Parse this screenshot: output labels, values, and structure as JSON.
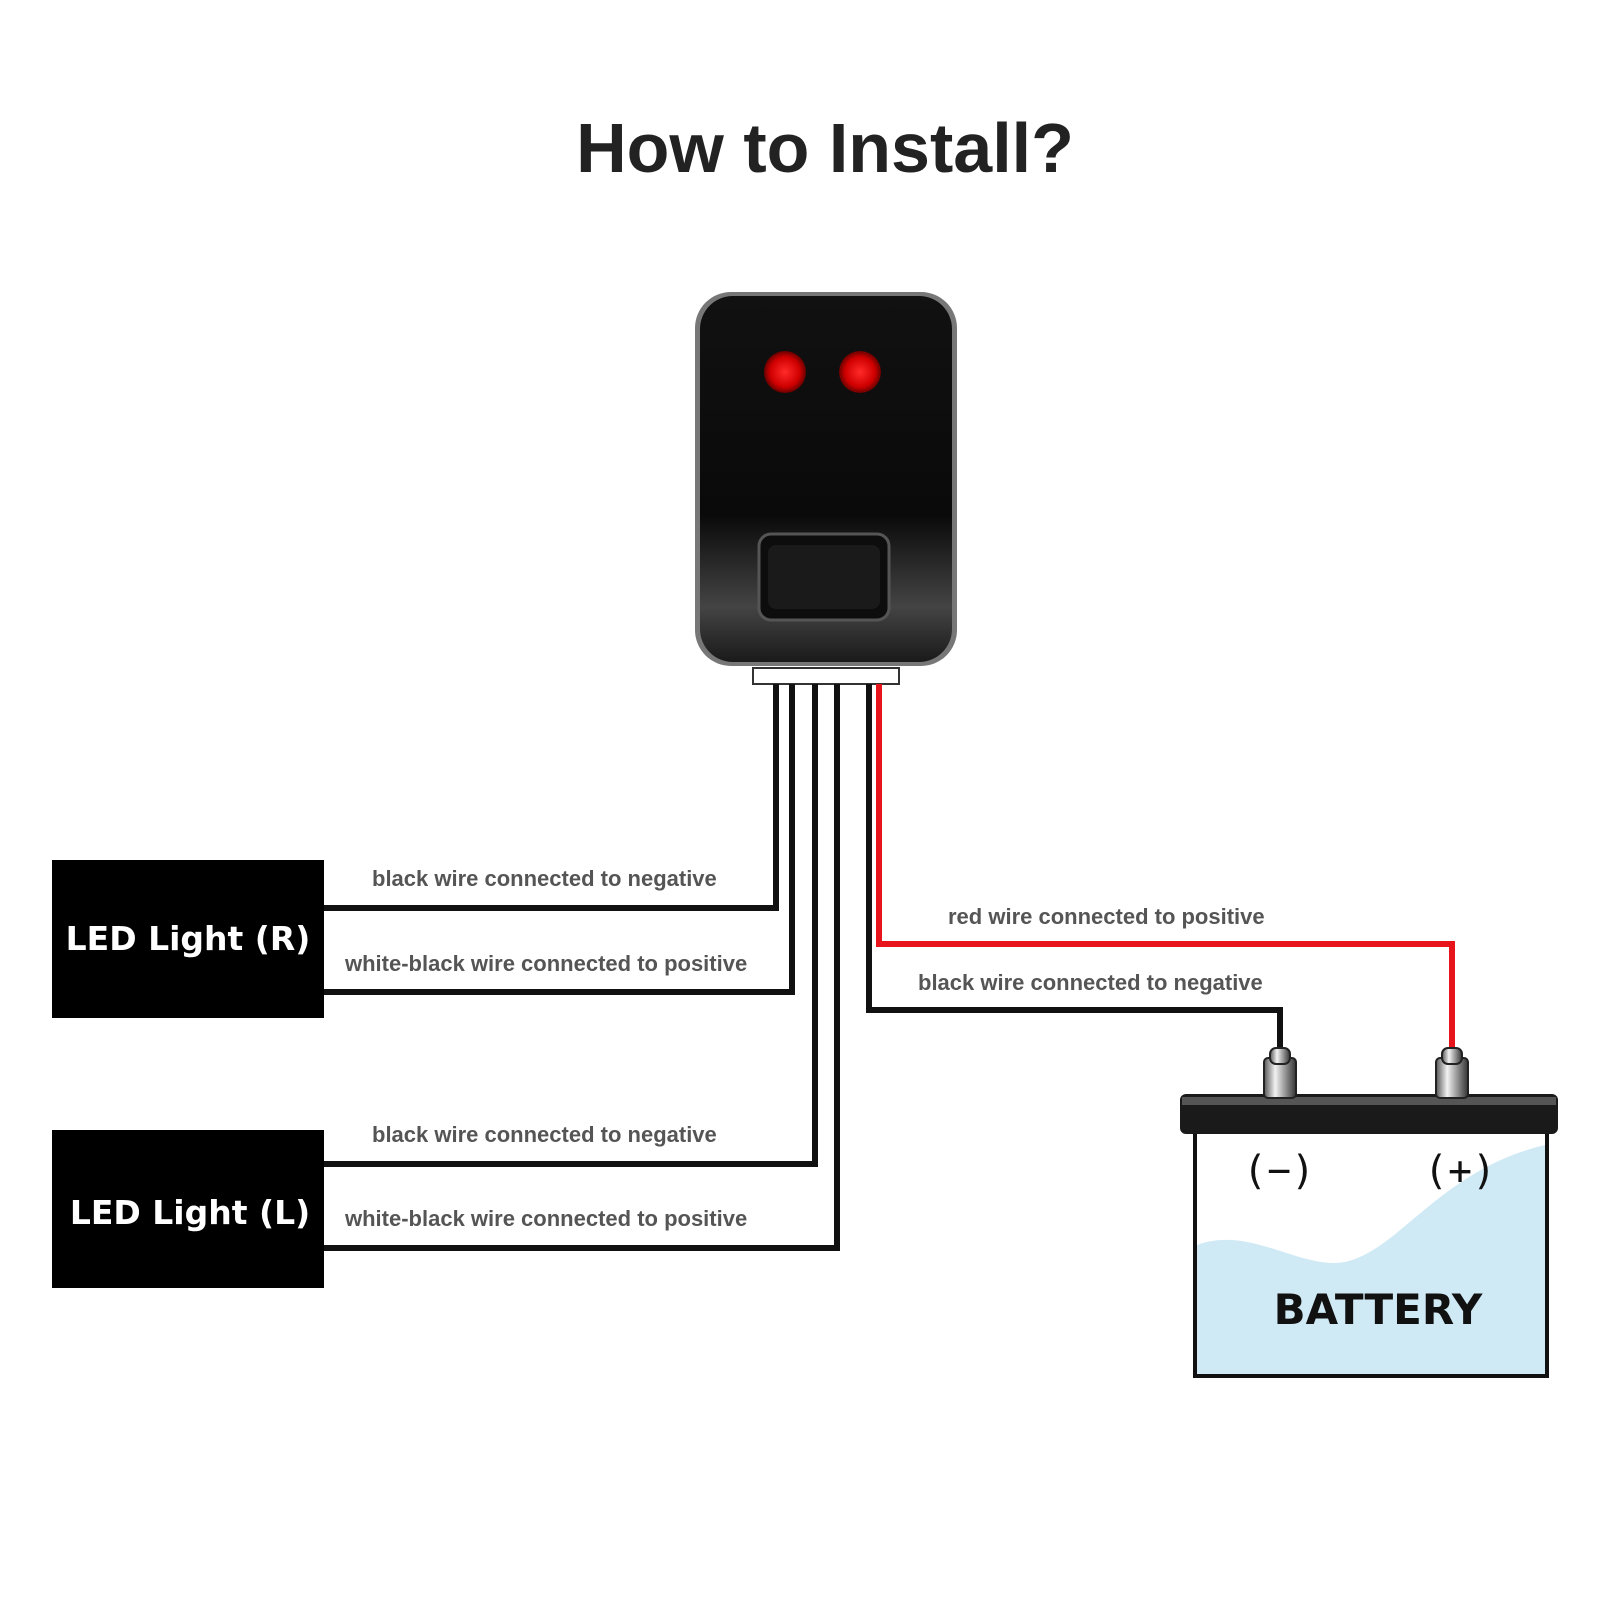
{
  "title": "How to Install?",
  "led_right": {
    "label": "LED Light (R)",
    "neg_wire_label": "black wire connected to negative",
    "pos_wire_label": "white-black wire connected to positive"
  },
  "led_left": {
    "label": "LED Light (L)",
    "neg_wire_label": "black wire connected to negative",
    "pos_wire_label": "white-black wire connected to positive"
  },
  "battery": {
    "label": "BATTERY",
    "negative_terminal": "(−)",
    "positive_terminal": "(+)",
    "red_wire_label": "red wire connected to positive",
    "black_wire_label": "black wire connected to negative"
  },
  "switch": {
    "indicator_color": "#e01010"
  },
  "colors": {
    "black_wire": "#111111",
    "red_wire": "#e8141b",
    "battery_fill": "#cfe9f5"
  }
}
